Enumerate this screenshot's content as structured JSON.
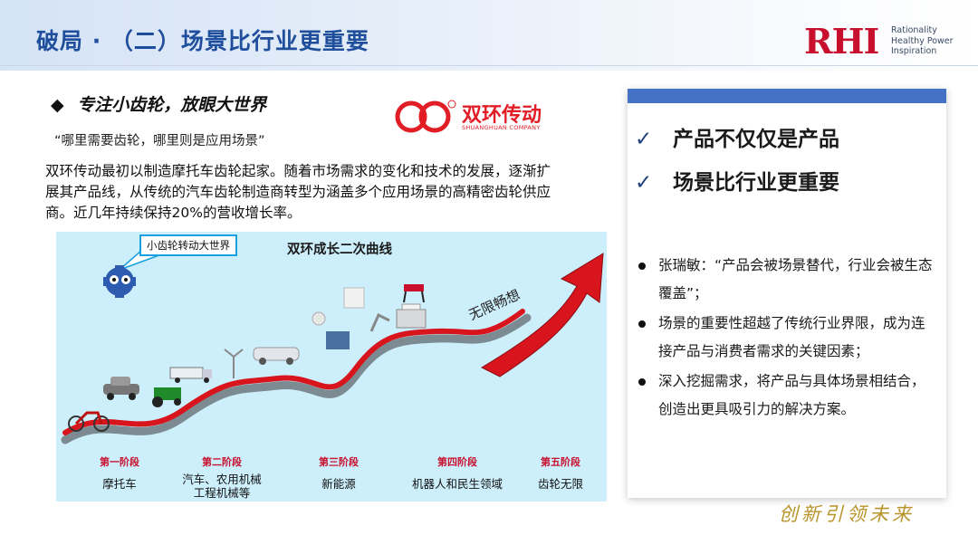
{
  "header": {
    "title": "破局 ·  （二）场景比行业更重要"
  },
  "logo": {
    "mark": "RHI",
    "tagline": [
      "Rationality",
      "Healthy Power",
      "Inspiration"
    ]
  },
  "left": {
    "heading_bullet": "◆",
    "heading": "专注小齿轮，放眼大世界",
    "quote": "“哪里需要齿轮，哪里则是应用场景”",
    "body": "双环传动最初以制造摩托车齿轮起家。随着市场需求的变化和技术的发展，逐渐扩展其产品线，从传统的汽车齿轮制造商转型为涵盖多个应用场景的高精密齿轮供应商。近几年持续保持20%的营收增长率。"
  },
  "brand": {
    "name": "双环传动",
    "sub": "SHUANGHUAN COMPANY"
  },
  "figure": {
    "title": "双环成长二次曲线",
    "callout": "小齿轮转动大世界",
    "tagline": "无限畅想",
    "stages": [
      {
        "num": "第一阶段",
        "label": [
          "摩托车"
        ]
      },
      {
        "num": "第二阶段",
        "label": [
          "汽车、农用机械",
          "工程机械等"
        ]
      },
      {
        "num": "第三阶段",
        "label": [
          "新能源"
        ]
      },
      {
        "num": "第四阶段",
        "label": [
          "机器人和民生领域"
        ]
      },
      {
        "num": "第五阶段",
        "label": [
          "齿轮无限"
        ]
      }
    ],
    "colors": {
      "curve": "#d8141c",
      "shadow": "#3a3a3a",
      "background": "#cdeefb"
    }
  },
  "panel": {
    "checks": [
      "产品不仅仅是产品",
      "场景比行业更重要"
    ],
    "check_glyph": "✓",
    "points": [
      "张瑞敏：“产品会被场景替代，行业会被生态覆盖”；",
      "场景的重要性超越了传统行业界限，成为连接产品与消费者需求的关键因素；",
      "深入挖掘需求，将产品与具体场景相结合，创造出更具吸引力的解决方案。"
    ],
    "accent": "#4472c4"
  },
  "footer": {
    "signature": "创新引领未来"
  }
}
